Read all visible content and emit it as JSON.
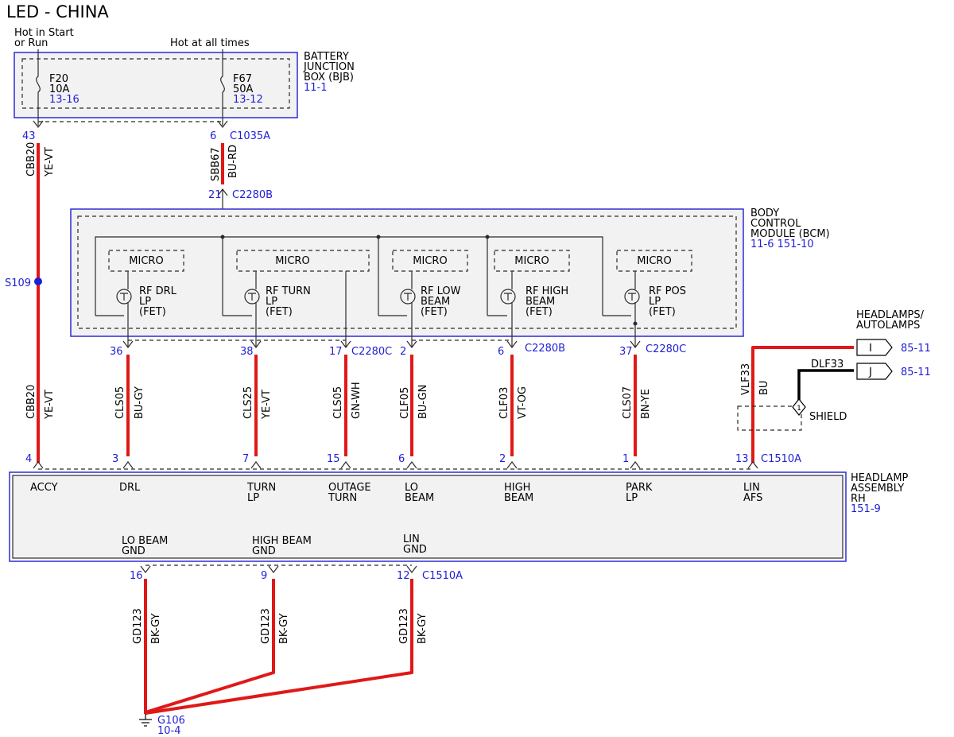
{
  "title": "LED - CHINA",
  "power_sources": {
    "start_run": [
      "Hot in Start",
      "or Run"
    ],
    "all_times": "Hot at all times"
  },
  "bjb": {
    "label": [
      "BATTERY",
      "JUNCTION",
      "BOX (BJB)"
    ],
    "ref": "11-1",
    "fuses": [
      {
        "name": "F20",
        "rating": "10A",
        "ref": "13-16"
      },
      {
        "name": "F67",
        "rating": "50A",
        "ref": "13-12"
      }
    ]
  },
  "bcm": {
    "label": [
      "BODY",
      "CONTROL",
      "MODULE (BCM)"
    ],
    "ref": "11-6   151-10",
    "micro": "MICRO",
    "fets": [
      [
        "RF DRL",
        "LP",
        "(FET)"
      ],
      [
        "RF TURN",
        "LP",
        "(FET)"
      ],
      [
        "RF LOW",
        "BEAM",
        "(FET)"
      ],
      [
        "RF HIGH",
        "BEAM",
        "(FET)"
      ],
      [
        "RF POS",
        "LP",
        "(FET)"
      ]
    ]
  },
  "headlamp": {
    "label": [
      "HEADLAMP",
      "ASSEMBLY",
      "RH"
    ],
    "ref": "151-9",
    "pins": [
      [
        "ACCY"
      ],
      [
        "DRL"
      ],
      [
        "TURN",
        "LP"
      ],
      [
        "OUTAGE",
        "TURN"
      ],
      [
        "LO",
        "BEAM"
      ],
      [
        "HIGH",
        "BEAM"
      ],
      [
        "PARK",
        "LP"
      ],
      [
        "LIN",
        "AFS"
      ]
    ],
    "grounds": [
      [
        "LO BEAM",
        "GND"
      ],
      [
        "HIGH BEAM",
        "GND"
      ],
      [
        "LIN",
        "GND"
      ]
    ]
  },
  "connectors": {
    "c1035a": "C1035A",
    "c2280b": "C2280B",
    "c2280c": "C2280C",
    "c1510a": "C1510A"
  },
  "pin_numbers": {
    "bjb_out": [
      "43",
      "6"
    ],
    "bcm_in": "21",
    "bcm_out": [
      "36",
      "38",
      "17",
      "2",
      "6",
      "37"
    ],
    "hl_in": [
      "4",
      "3",
      "7",
      "15",
      "6",
      "2",
      "1",
      "13"
    ],
    "hl_gnd": [
      "16",
      "9",
      "12"
    ]
  },
  "splice": "S109",
  "wires": [
    {
      "circuit": "CBB20",
      "color": "YE-VT"
    },
    {
      "circuit": "SBB67",
      "color": "BU-RD"
    },
    {
      "circuit": "CBB20",
      "color": "YE-VT"
    },
    {
      "circuit": "CLS05",
      "color": "BU-GY"
    },
    {
      "circuit": "CLS25",
      "color": "YE-VT"
    },
    {
      "circuit": "CLS05",
      "color": "GN-WH"
    },
    {
      "circuit": "CLF05",
      "color": "BU-GN"
    },
    {
      "circuit": "CLF03",
      "color": "VT-OG"
    },
    {
      "circuit": "CLS07",
      "color": "BN-YE"
    },
    {
      "circuit": "VLF33",
      "color": "BU"
    },
    {
      "circuit": "GD123",
      "color": "BK-GY"
    },
    {
      "circuit": "GD123",
      "color": "BK-GY"
    },
    {
      "circuit": "GD123",
      "color": "BK-GY"
    }
  ],
  "headlamps_autolamps": {
    "label": [
      "HEADLAMPS/",
      "AUTOLAMPS"
    ],
    "connectors": [
      {
        "letter": "I",
        "ref": "85-11"
      },
      {
        "letter": "J",
        "ref": "85-11"
      }
    ],
    "dlf_circuit": "DLF33",
    "shield": "SHIELD",
    "shield_symbol": "1"
  },
  "ground": {
    "name": "G106",
    "ref": "10-4"
  },
  "colors": {
    "wire": "#e01818",
    "reference": "#1f1fd6",
    "box_border": "#2c2cd4",
    "box_fill": "#f2f2f2"
  }
}
